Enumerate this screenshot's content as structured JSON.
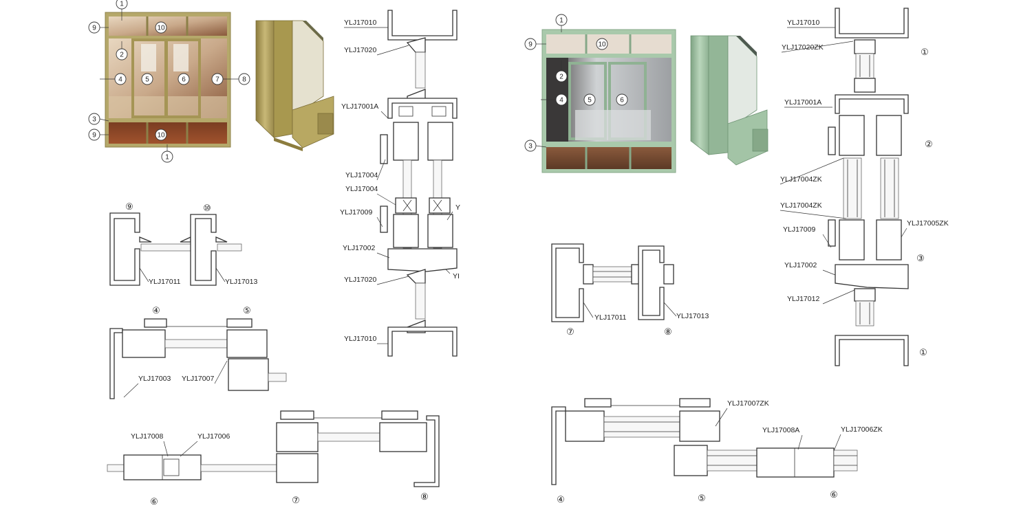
{
  "colors": {
    "left_frame": "#b5a86a",
    "left_frame_dark": "#8c8048",
    "right_frame": "#a9c9ab",
    "right_frame_dark": "#86a888",
    "line": "#333333"
  },
  "left_elevation": {
    "callouts": [
      "1",
      "9",
      "10",
      "2",
      "4",
      "5",
      "6",
      "7",
      "8",
      "3",
      "9",
      "10",
      "1"
    ]
  },
  "right_elevation": {
    "callouts": [
      "1",
      "9",
      "10",
      "2",
      "4",
      "5",
      "6",
      "3"
    ]
  },
  "left_vertical_section": {
    "labels": [
      "YLJ17010",
      "YLJ17020",
      "YLJ17001A",
      "YLJ17004",
      "YLJ17004",
      "YLJ17009",
      "YLJ17002",
      "YLJ17020",
      "YLJ17010"
    ],
    "cut_labels": [
      "Y",
      "YI"
    ]
  },
  "right_vertical_section": {
    "labels": [
      "YLJ17010",
      "YLJ17020ZK",
      "YLJ17001A",
      "YLJ17004ZK",
      "YLJ17004ZK",
      "YLJ17009",
      "YLJ17002",
      "YLJ17012",
      "YLJ17005ZK"
    ],
    "markers": [
      "①",
      "②",
      "③",
      "①"
    ]
  },
  "left_details": {
    "d910": {
      "markers": [
        "⑨",
        "⑩"
      ],
      "labels": [
        "YLJ17011",
        "YLJ17013"
      ]
    },
    "d45": {
      "markers": [
        "④",
        "⑤"
      ],
      "labels": [
        "YLJ17003",
        "YLJ17007"
      ]
    },
    "d678": {
      "markers": [
        "⑥",
        "⑦",
        "⑧"
      ],
      "labels": [
        "YLJ17008",
        "YLJ17006"
      ]
    }
  },
  "right_details": {
    "d78": {
      "markers": [
        "⑦",
        "⑧"
      ],
      "labels": [
        "YLJ17011",
        "YLJ17013"
      ]
    },
    "d456": {
      "markers": [
        "④",
        "⑤",
        "⑥"
      ],
      "labels": [
        "YLJ17007ZK",
        "YLJ17008A",
        "YLJ17006ZK"
      ]
    }
  }
}
